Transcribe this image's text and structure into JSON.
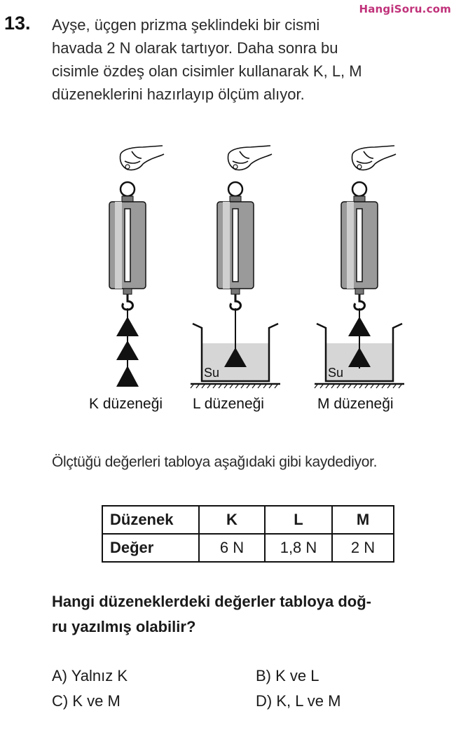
{
  "watermark": "HangiSoru.com",
  "question": {
    "number": "13.",
    "stem_lines": [
      "Ayşe, üçgen prizma şeklindeki bir cismi",
      "havada 2 N olarak tartıyor. Daha sonra bu",
      "cisimle özdeş olan cisimler kullanarak K, L, M",
      "düzeneklerini hazırlayıp ölçüm alıyor."
    ],
    "setups": [
      {
        "label": "K düzeneği"
      },
      {
        "label": "L düzeneği",
        "water_label": "Su"
      },
      {
        "label": "M düzeneği",
        "water_label": "Su"
      }
    ],
    "table_intro": "Ölçtüğü değerleri tabloya aşağıdaki gibi kaydediyor.",
    "table": {
      "header": [
        "Düzenek",
        "K",
        "L",
        "M"
      ],
      "row": [
        "Değer",
        "6 N",
        "1,8 N",
        "2 N"
      ]
    },
    "prompt_lines": [
      "Hangi düzeneklerdeki değerler tabloya doğ-",
      "ru yazılmış olabilir?"
    ],
    "options": {
      "A": "A) Yalnız K",
      "B": "B) K ve L",
      "C": "C) K ve M",
      "D": "D) K, L ve M"
    }
  }
}
